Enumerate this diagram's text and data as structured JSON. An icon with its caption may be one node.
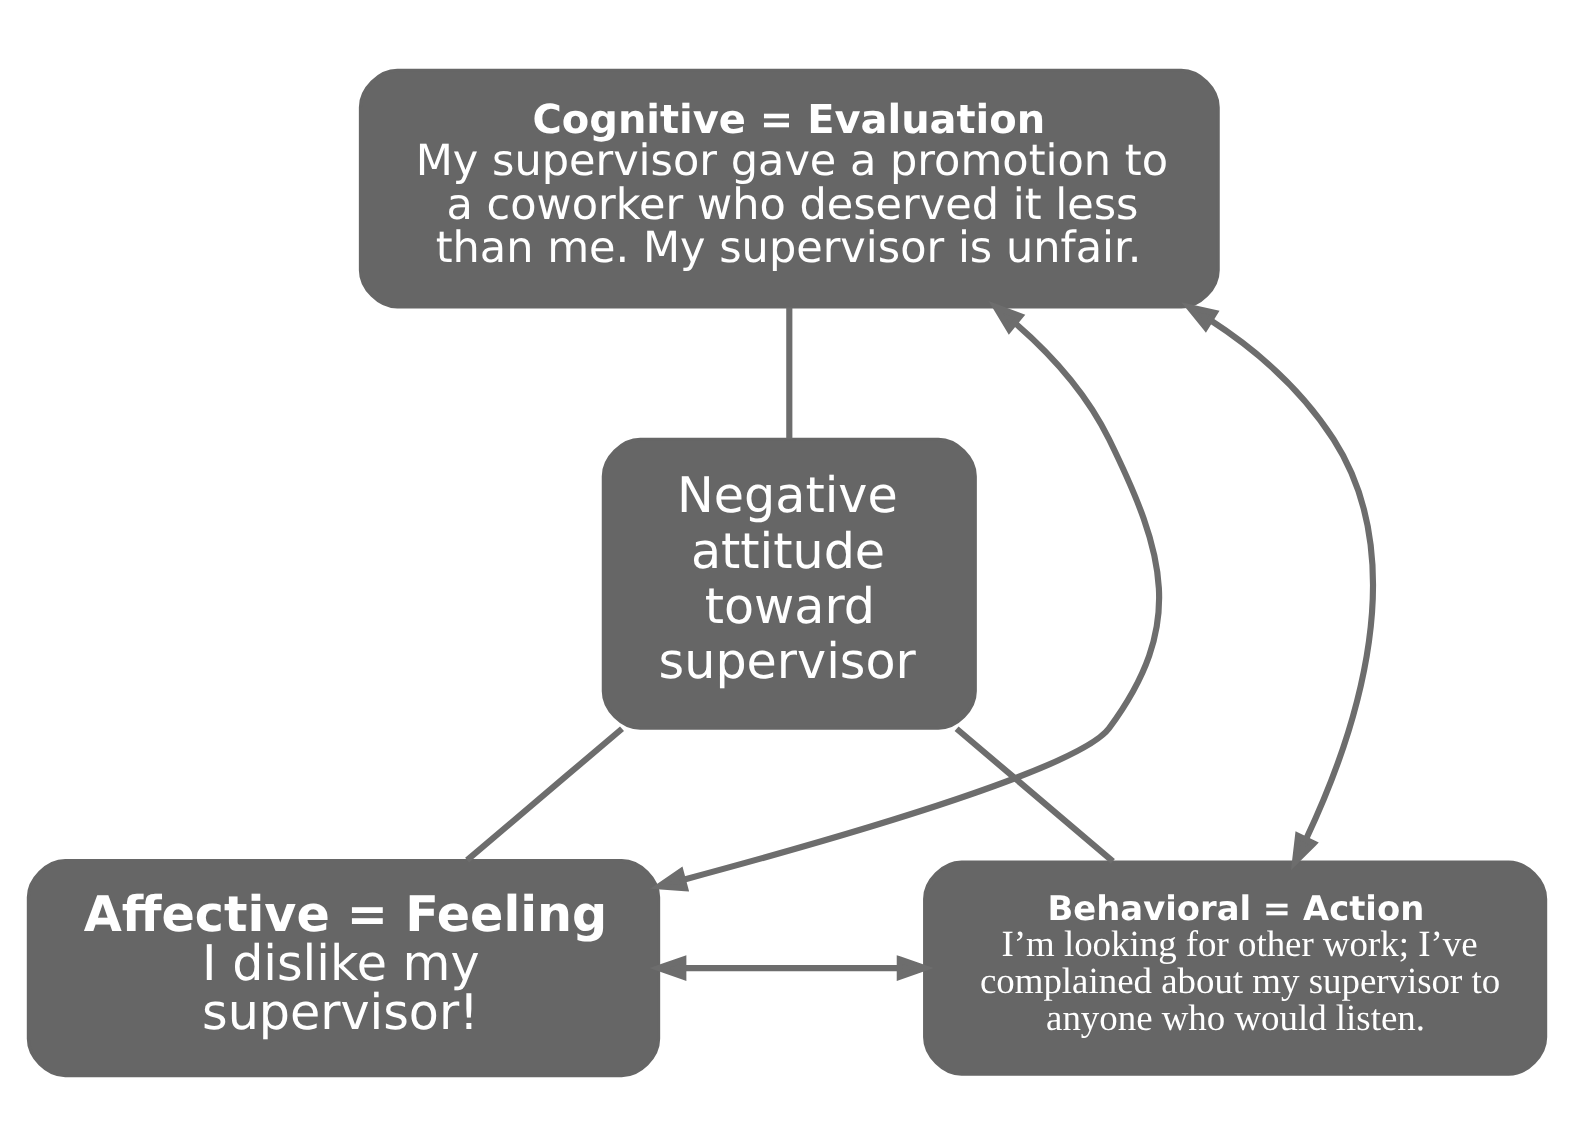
{
  "diagram": {
    "nodes": [
      {
        "text": [
          "Cognitive = Evaluation",
          "My supervisor gave a promotion to a coworker who deserved it less than me. My supervisor is unfair."
        ]
      },
      {
        "text": [
          "Negative attitude toward supervisor"
        ]
      },
      {
        "text": [
          "Affective = Feeling",
          "I dislike my supervisor!"
        ]
      },
      {
        "text": [
          "Behavioral = Action",
          "I’m looking for other work; I’ve complained about my supervisor to anyone who would listen."
        ]
      }
    ],
    "edges": [
      {
        "from": 0,
        "to": 1,
        "arrow": "none"
      },
      {
        "from": 1,
        "to": 2,
        "arrow": "none"
      },
      {
        "from": 1,
        "to": 3,
        "arrow": "none"
      },
      {
        "from": 0,
        "to": 2,
        "arrow": "both"
      },
      {
        "from": 0,
        "to": 3,
        "arrow": "both"
      },
      {
        "from": 2,
        "to": 3,
        "arrow": "both"
      }
    ]
  }
}
